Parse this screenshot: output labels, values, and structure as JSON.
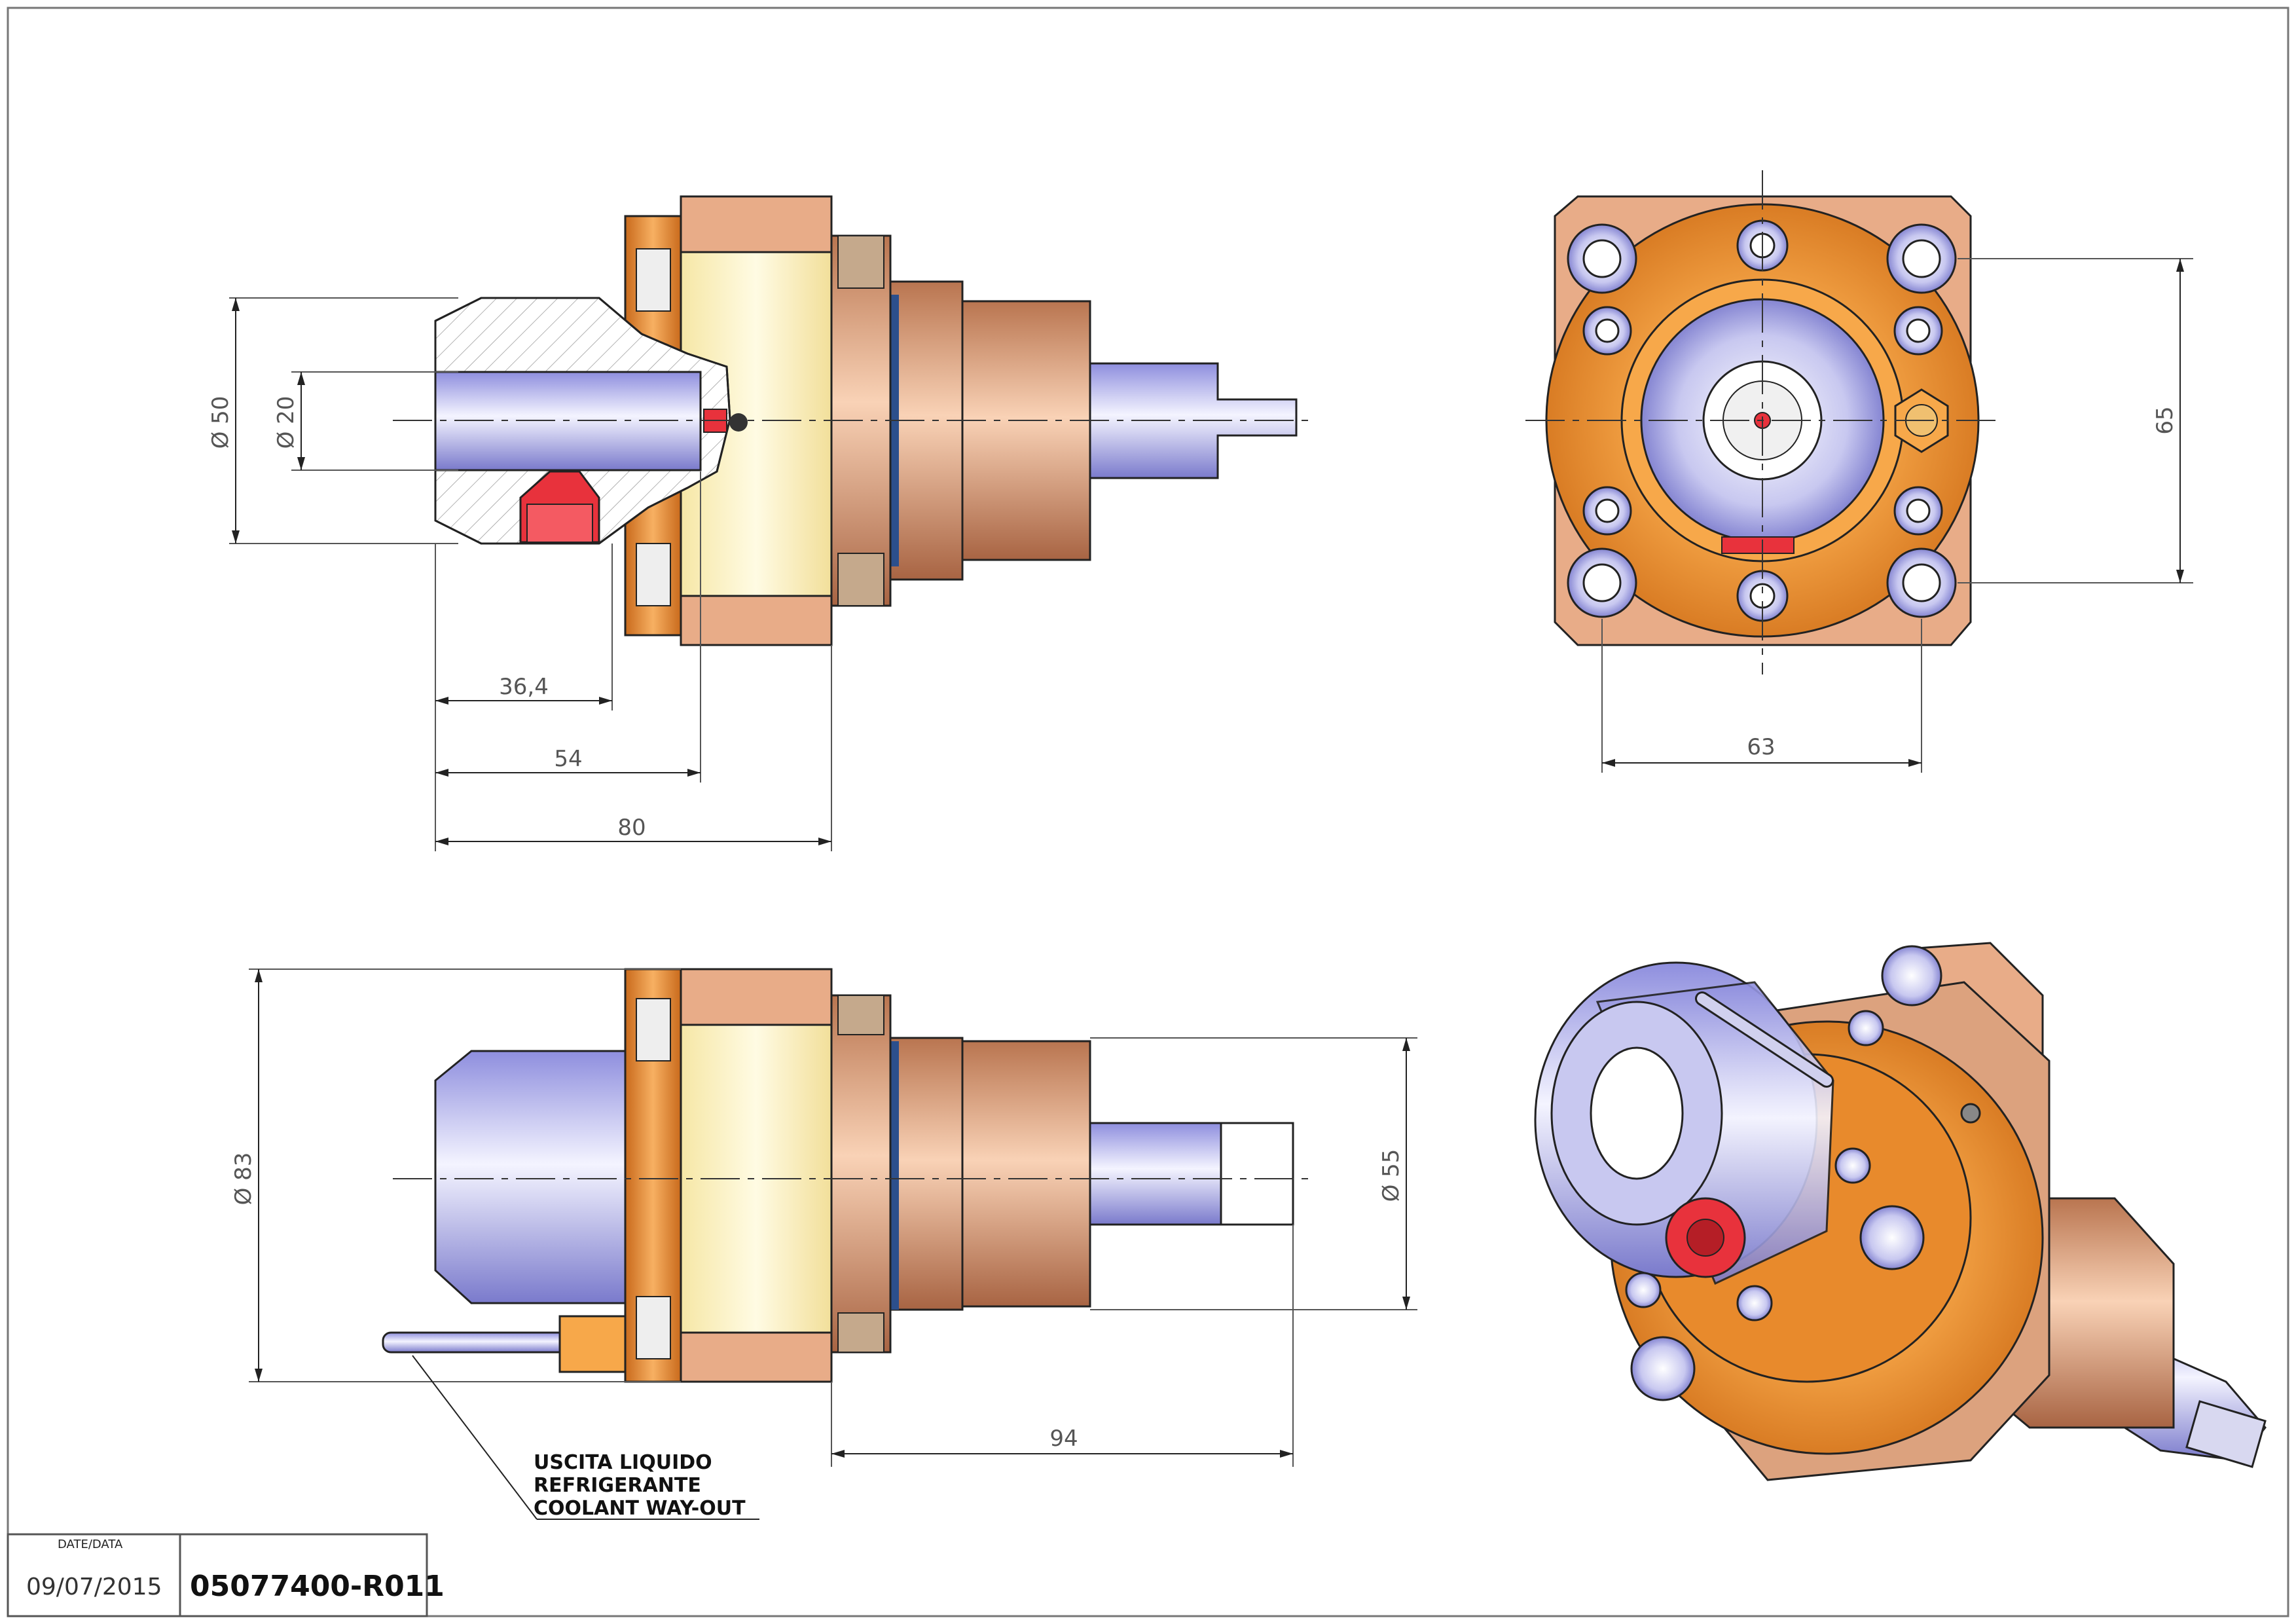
{
  "colors": {
    "steel": "#b9b9ee",
    "orange": "#e89038",
    "bronze": "#dca27e",
    "cream": "#fbf3c4",
    "red": "#e8323c",
    "blue_ring": "#2c4f8c"
  },
  "dimensions": {
    "front": {
      "dia_outer": "Ø 50",
      "dia_inner": "Ø 20",
      "len_a": "36,4",
      "len_b": "54",
      "len_c": "80"
    },
    "end": {
      "height": "65",
      "width": "63"
    },
    "side": {
      "dia_flange": "Ø 83",
      "dia_body": "Ø 55",
      "len": "94"
    }
  },
  "note": {
    "line1": "USCITA LIQUIDO",
    "line2": "REFRIGERANTE",
    "line3": "COOLANT WAY-OUT"
  },
  "title_block": {
    "date_label": "DATE/DATA",
    "date": "09/07/2015",
    "code": "05077400-R011"
  }
}
